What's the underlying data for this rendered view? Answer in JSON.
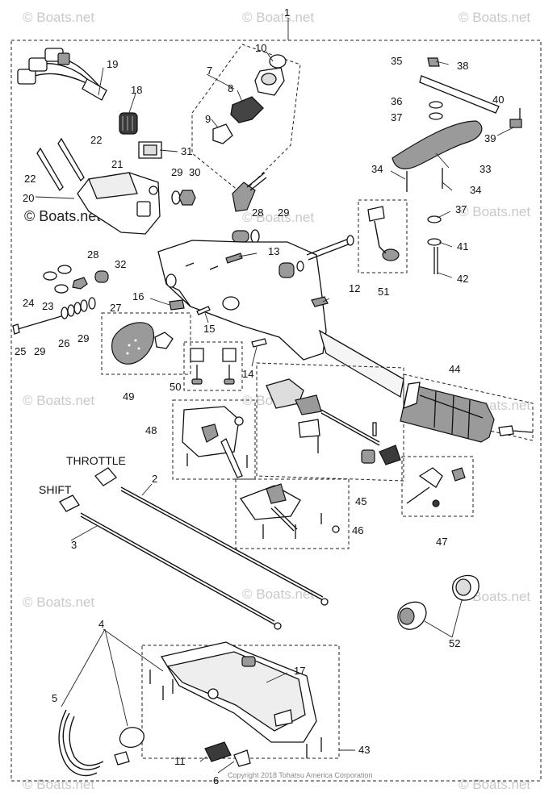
{
  "watermark_text": "© Boats.net",
  "copyright": "Copyright 2018 Tohatsu America Corporation",
  "cable_labels": {
    "throttle": "THROTTLE",
    "shift": "SHIFT"
  },
  "callouts": [
    "1",
    "2",
    "3",
    "4",
    "5",
    "6",
    "7",
    "8",
    "9",
    "10",
    "11",
    "12",
    "13",
    "14",
    "15",
    "16",
    "17",
    "18",
    "19",
    "20",
    "21",
    "22",
    "22",
    "23",
    "24",
    "25",
    "26",
    "27",
    "28",
    "28",
    "29",
    "29",
    "29",
    "29",
    "30",
    "31",
    "32",
    "33",
    "34",
    "34",
    "35",
    "36",
    "37",
    "37",
    "38",
    "39",
    "40",
    "41",
    "42",
    "43",
    "44",
    "45",
    "46",
    "47",
    "48",
    "49",
    "50",
    "51",
    "52"
  ]
}
